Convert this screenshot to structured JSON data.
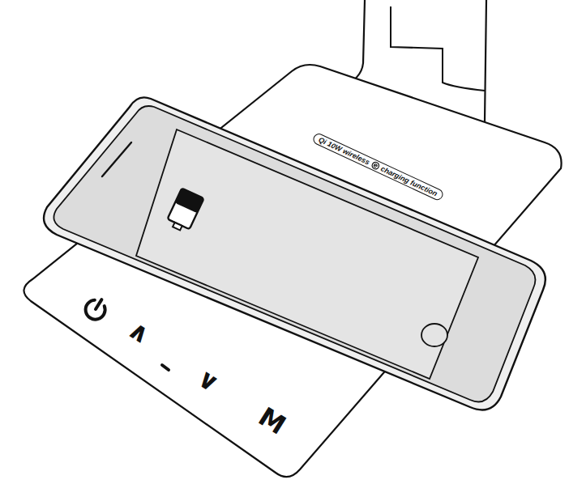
{
  "diagram": {
    "nodes": [
      {
        "text": [
          "Qi 10W wireless",
          "charging function"
        ]
      }
    ],
    "labels": [
      "∧",
      "∨",
      "M"
    ]
  }
}
